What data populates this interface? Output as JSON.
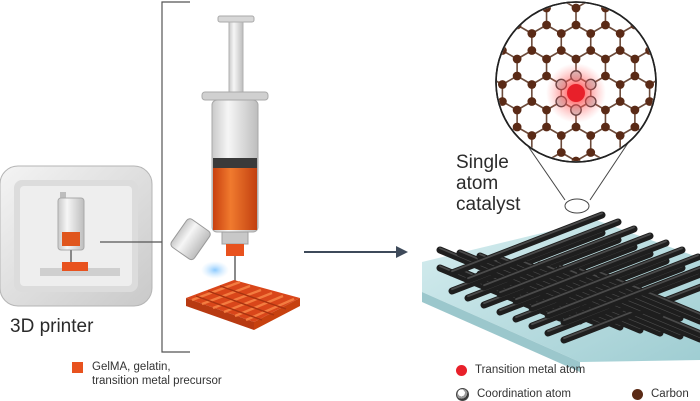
{
  "labels": {
    "printer": "3D printer",
    "catalyst_line1": "Single",
    "catalyst_line2": "atom",
    "catalyst_line3": "catalyst"
  },
  "legend": {
    "gelma_line1": "GelMA, gelatin,",
    "gelma_line2": "transition metal precursor",
    "transition_metal": "Transition metal atom",
    "coordination": "Coordination atom",
    "carbon": "Carbon"
  },
  "colors": {
    "ink_orange": "#e8521e",
    "transition_metal": "#e8202a",
    "carbon": "#5a2a16",
    "rods": "#1e1e1e",
    "glass": "#b9dde0",
    "arrow": "#3e4a5a"
  }
}
